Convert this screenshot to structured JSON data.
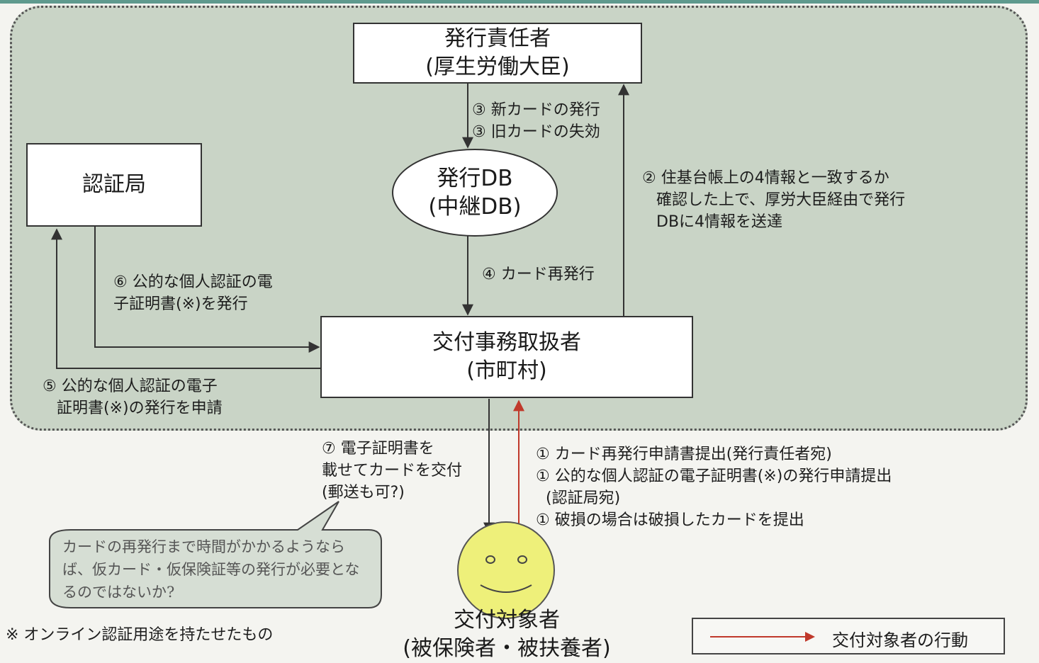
{
  "boxes": {
    "issuer": {
      "line1": "発行責任者",
      "line2": "(厚生労働大臣)"
    },
    "cert_authority": {
      "label": "認証局"
    },
    "issue_db": {
      "line1": "発行DB",
      "line2": "(中継DB)"
    },
    "municipality": {
      "line1": "交付事務取扱者",
      "line2": "(市町村)"
    }
  },
  "steps": {
    "step3a": "③ 新カードの発行",
    "step3b": "③ 旧カードの失効",
    "step2": [
      "② 住基台帳上の4情報と一致するか",
      "確認した上で、厚労大臣経由で発行",
      "DBに4情報を送達"
    ],
    "step4": "④ カード再発行",
    "step6": [
      "⑥ 公的な個人認証の電",
      "子証明書(※)を発行"
    ],
    "step5": [
      "⑤ 公的な個人認証の電子",
      "証明書(※)の発行を申請"
    ],
    "step7": [
      "⑦ 電子証明書を",
      "載せてカードを交付",
      "(郵送も可?)"
    ],
    "step1": [
      "① カード再発行申請書提出(発行責任者宛)",
      "① 公的な個人認証の電子証明書(※)の発行申請提出",
      "(認証局宛)",
      "① 破損の場合は破損したカードを提出"
    ]
  },
  "callout": {
    "text": "カードの再発行まで時間がかかるようならば、仮カード・仮保険証等の発行が必要となるのではないか?"
  },
  "person": {
    "line1": "交付対象者",
    "line2": "(被保険者・被扶養者)"
  },
  "footnote": "※ オンライン認証用途を持たせたもの",
  "legend": {
    "label": "交付対象者の行動",
    "color": "#c0392b"
  },
  "colors": {
    "region_fill": "#c9d4c6",
    "face": "#eef07a",
    "callout_fill": "#d6ded4"
  }
}
